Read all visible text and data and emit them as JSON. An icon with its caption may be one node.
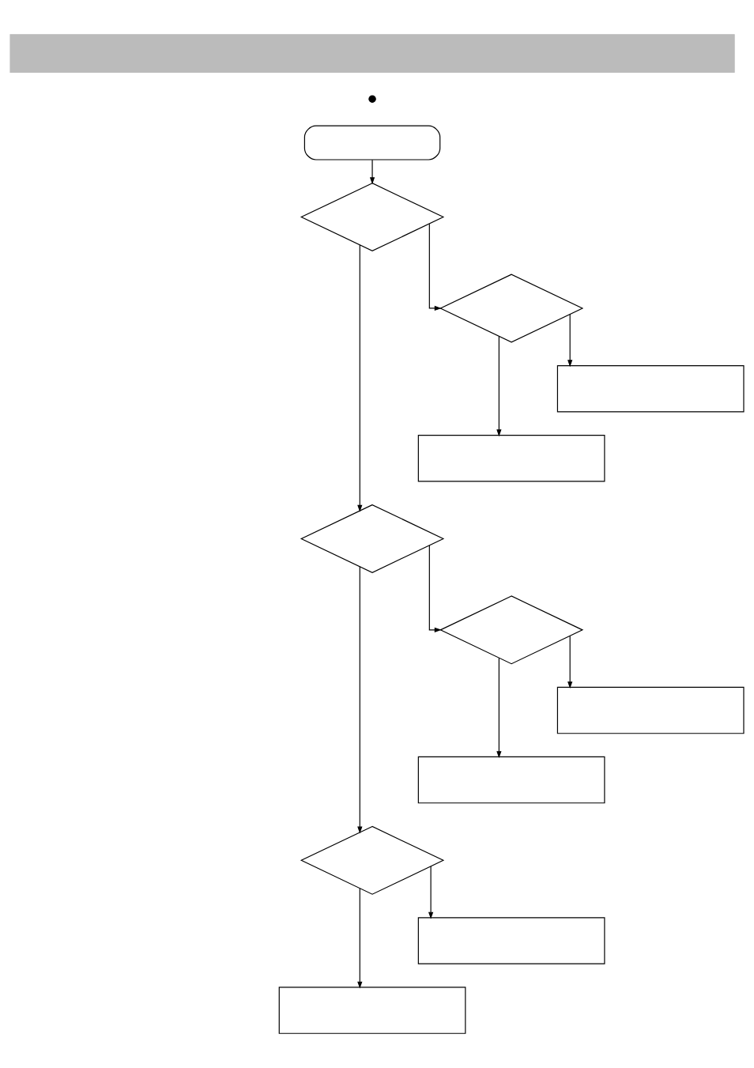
{
  "diagram": {
    "nodes": [
      {
        "text": [],
        "shape": "bar"
      },
      {
        "text": [],
        "shape": "oval"
      },
      {
        "text": [],
        "shape": "diamond"
      },
      {
        "text": [],
        "shape": "diamond"
      },
      {
        "text": [],
        "shape": "box"
      },
      {
        "text": [],
        "shape": "box"
      },
      {
        "text": [],
        "shape": "diamond"
      },
      {
        "text": [],
        "shape": "diamond"
      },
      {
        "text": [],
        "shape": "box"
      },
      {
        "text": [],
        "shape": "box"
      },
      {
        "text": [],
        "shape": "diamond"
      },
      {
        "text": [],
        "shape": "box"
      },
      {
        "text": [],
        "shape": "box"
      }
    ],
    "edges": [
      {
        "from": 1,
        "to": 2,
        "arrow": "to"
      },
      {
        "from": 2,
        "to": 6,
        "arrow": "to"
      },
      {
        "from": 2,
        "to": 3,
        "arrow": "to"
      },
      {
        "from": 3,
        "to": 5,
        "arrow": "to"
      },
      {
        "from": 3,
        "to": 4,
        "arrow": "to"
      },
      {
        "from": 6,
        "to": 10,
        "arrow": "to"
      },
      {
        "from": 6,
        "to": 7,
        "arrow": "to"
      },
      {
        "from": 7,
        "to": 9,
        "arrow": "to"
      },
      {
        "from": 7,
        "to": 8,
        "arrow": "to"
      },
      {
        "from": 10,
        "to": 12,
        "arrow": "to"
      },
      {
        "from": 10,
        "to": 11,
        "arrow": "to"
      }
    ]
  }
}
